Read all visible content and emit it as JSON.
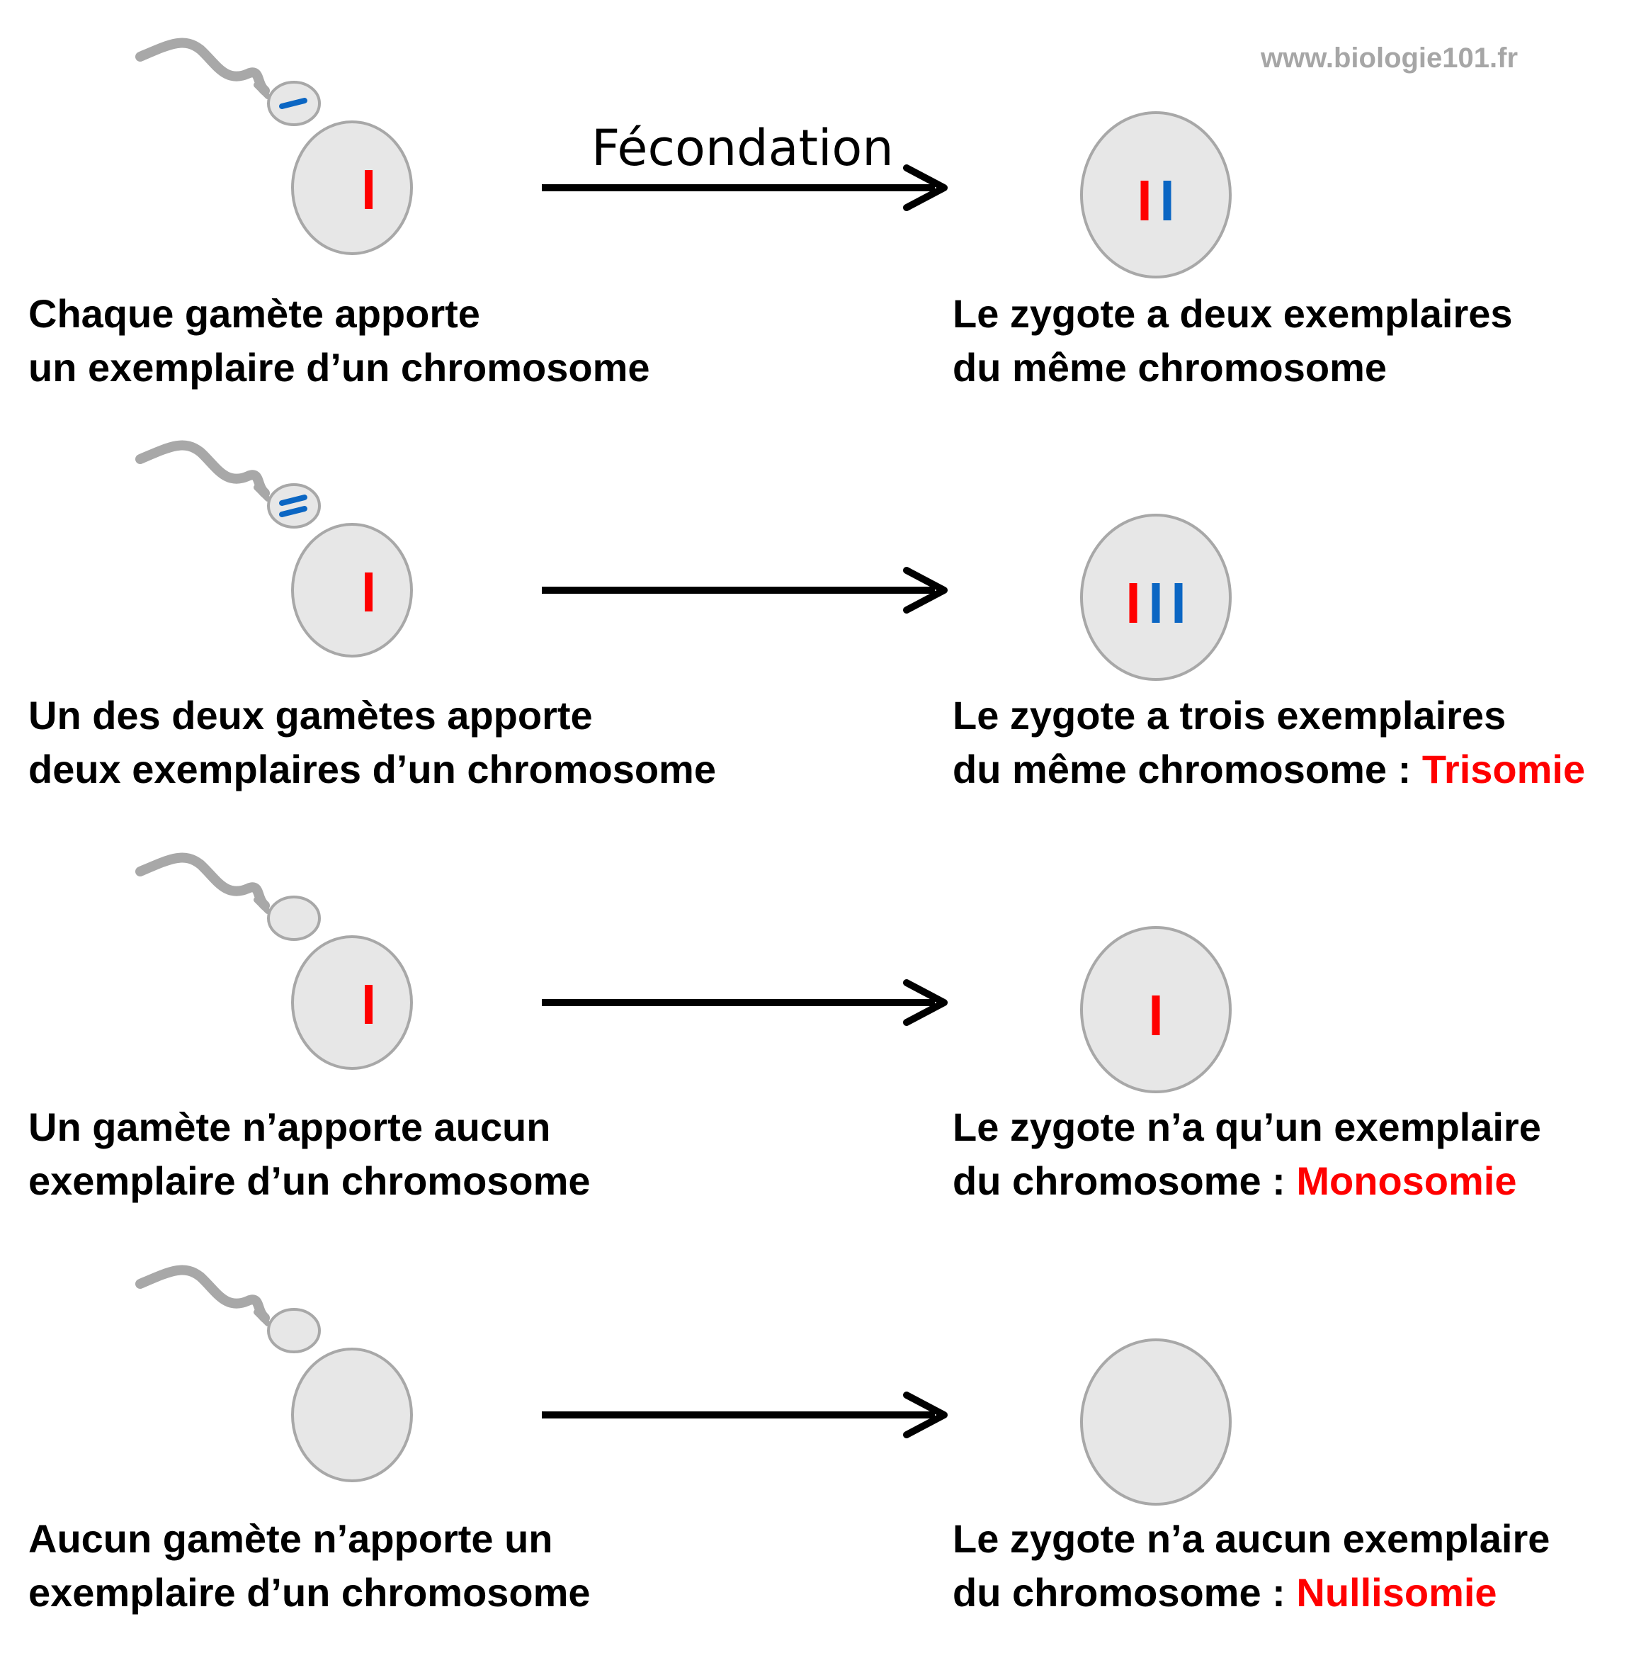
{
  "watermark": "www.biologie101.fr",
  "arrow_label": "Fécondation",
  "colors": {
    "chromosome_egg": "#ff0000",
    "chromosome_sperm": "#0b66c3",
    "cell_fill": "#e7e7e7",
    "cell_stroke": "#a8a8a8",
    "sperm_tail": "#a8a8a8",
    "arrow": "#000000",
    "highlight": "#ff0000"
  },
  "rows": [
    {
      "sperm_chromosomes": 1,
      "egg_chromosomes": 1,
      "zygote": {
        "egg": 1,
        "sperm": 1
      },
      "left": [
        "Chaque gamète apporte",
        "un exemplaire d’un chromosome"
      ],
      "right": [
        "Le zygote a deux exemplaires",
        "du même chromosome"
      ],
      "right_highlight": ""
    },
    {
      "sperm_chromosomes": 2,
      "egg_chromosomes": 1,
      "zygote": {
        "egg": 1,
        "sperm": 2
      },
      "left": [
        "Un des deux gamètes apporte",
        "deux exemplaires d’un chromosome"
      ],
      "right": [
        "Le zygote a trois exemplaires",
        "du même chromosome : "
      ],
      "right_highlight": "Trisomie"
    },
    {
      "sperm_chromosomes": 0,
      "egg_chromosomes": 1,
      "zygote": {
        "egg": 1,
        "sperm": 0
      },
      "left": [
        "Un gamète n’apporte aucun",
        "exemplaire d’un chromosome"
      ],
      "right": [
        "Le zygote n’a qu’un exemplaire",
        "du chromosome : "
      ],
      "right_highlight": "Monosomie"
    },
    {
      "sperm_chromosomes": 0,
      "egg_chromosomes": 0,
      "zygote": {
        "egg": 0,
        "sperm": 0
      },
      "left": [
        "Aucun gamète n’apporte un",
        "exemplaire d’un chromosome"
      ],
      "right": [
        "Le zygote n’a aucun exemplaire",
        "du chromosome : "
      ],
      "right_highlight": "Nullisomie"
    }
  ]
}
